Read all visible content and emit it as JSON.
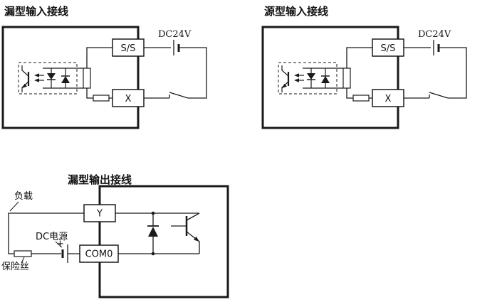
{
  "page": {
    "background": "#ffffff",
    "line_color": "#1a1a1a"
  },
  "diagrams": {
    "sink_input": {
      "title": "漏型输入接线",
      "terminal_ss": "S/S",
      "terminal_x": "X",
      "power_label": "DC24V"
    },
    "source_input": {
      "title": "源型输入接线",
      "terminal_ss": "S/S",
      "terminal_x": "X",
      "power_label": "DC24V"
    },
    "sink_output": {
      "title": "漏型输出接线",
      "terminal_y": "Y",
      "terminal_com": "COM0",
      "load_label": "负载",
      "power_label": "DC电源",
      "plus_label": "+",
      "fuse_label": "保险丝"
    }
  }
}
